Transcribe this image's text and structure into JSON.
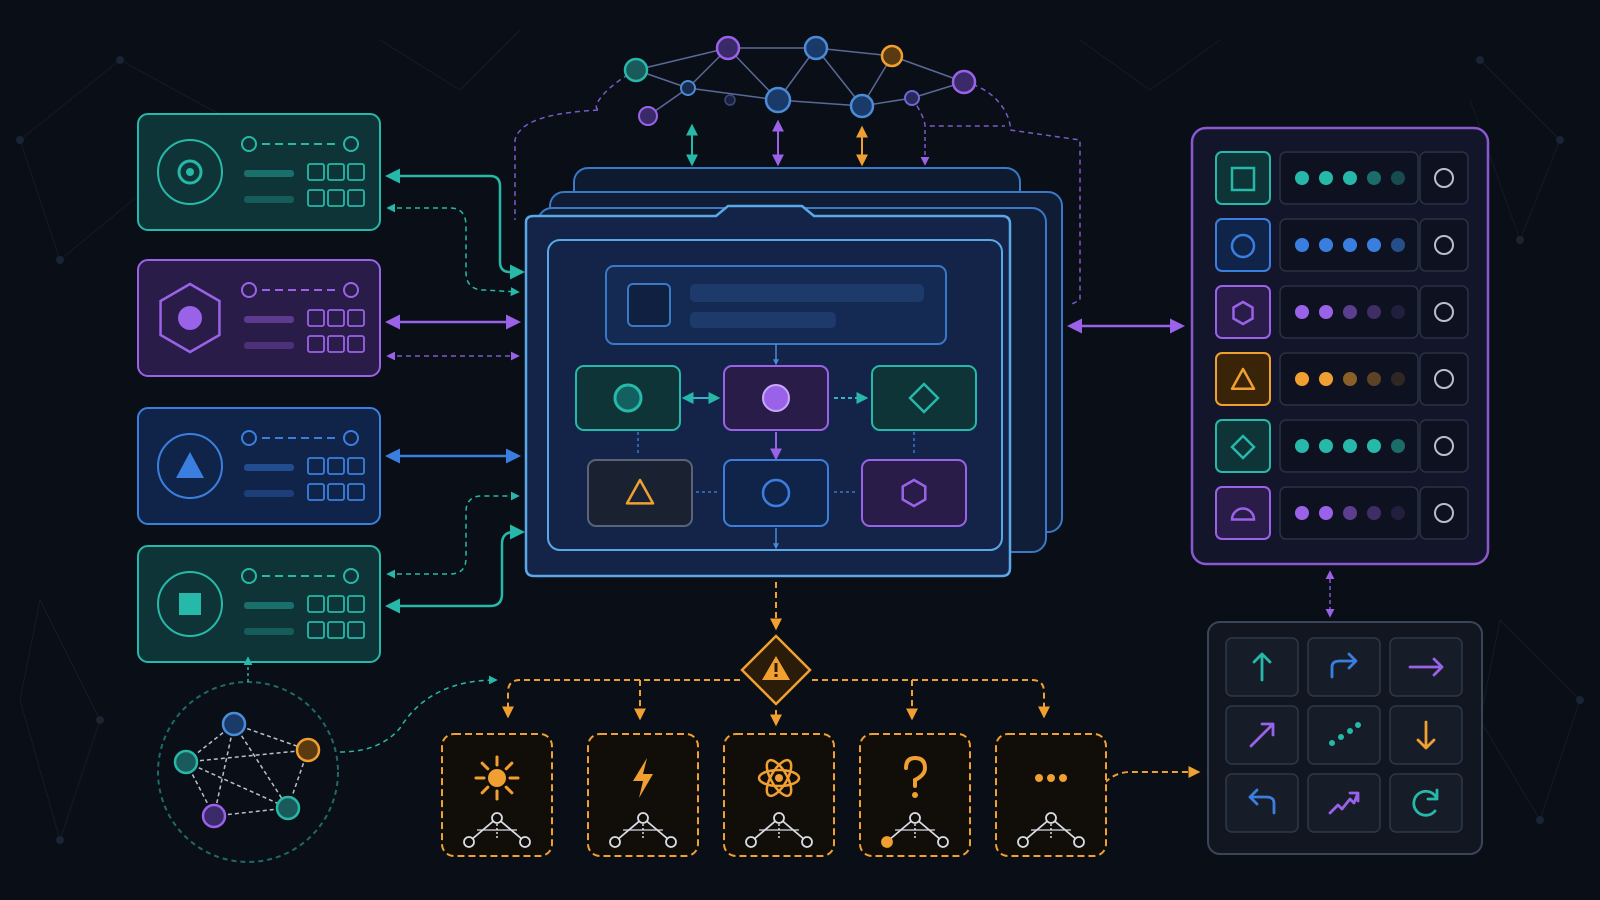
{
  "colors": {
    "background": "#0a0e16",
    "teal": "#26b8a8",
    "purple": "#9a62e8",
    "blue": "#3a7fe0",
    "orange": "#f0a030",
    "panel_stroke_blue": "#4a8cd8",
    "panel_stroke_purple": "#8a58d0",
    "icon_grid_stroke": "#3a4658"
  },
  "left_modules": [
    {
      "id": "teal-circle",
      "icon": "target-circle-icon",
      "color": "teal",
      "arrow": "bidirectional-elbow"
    },
    {
      "id": "purple-hexagon",
      "icon": "hexagon-icon",
      "color": "purple",
      "arrow": "bidirectional"
    },
    {
      "id": "blue-triangle",
      "icon": "triangle-icon",
      "color": "blue",
      "arrow": "bidirectional"
    },
    {
      "id": "teal-square",
      "icon": "square-icon",
      "color": "teal",
      "arrow": "bidirectional-elbow"
    }
  ],
  "central_workflow": {
    "top_nodes": [
      {
        "icon": "circle-icon",
        "color": "teal"
      },
      {
        "icon": "circle-icon",
        "color": "purple"
      },
      {
        "icon": "diamond-icon",
        "color": "teal"
      }
    ],
    "bottom_nodes": [
      {
        "icon": "triangle-icon",
        "color": "orange"
      },
      {
        "icon": "circle-icon",
        "color": "blue"
      },
      {
        "icon": "hexagon-icon",
        "color": "purple"
      }
    ]
  },
  "right_status_rows": [
    {
      "icon": "square-icon",
      "color": "teal",
      "filled": 3,
      "total": 5
    },
    {
      "icon": "circle-icon",
      "color": "blue",
      "filled": 4,
      "total": 5
    },
    {
      "icon": "hexagon-icon",
      "color": "purple",
      "filled": 2,
      "total": 5
    },
    {
      "icon": "triangle-icon",
      "color": "orange",
      "filled": 2,
      "total": 5
    },
    {
      "icon": "diamond-icon",
      "color": "teal",
      "filled": 4,
      "total": 5
    },
    {
      "icon": "half-circle-icon",
      "color": "purple",
      "filled": 2,
      "total": 5
    }
  ],
  "alert_icon": "warning-icon",
  "event_cards": [
    {
      "icon": "sun-icon",
      "color": "orange"
    },
    {
      "icon": "lightning-icon",
      "color": "orange"
    },
    {
      "icon": "atom-icon",
      "color": "orange"
    },
    {
      "icon": "question-icon",
      "color": "orange"
    },
    {
      "icon": "ellipsis-icon",
      "color": "orange"
    }
  ],
  "direction_grid": [
    {
      "icon": "arrow-up-icon",
      "color": "teal"
    },
    {
      "icon": "arrow-turn-right-icon",
      "color": "blue"
    },
    {
      "icon": "arrow-right-icon",
      "color": "purple"
    },
    {
      "icon": "arrow-up-right-icon",
      "color": "purple"
    },
    {
      "icon": "dotted-diagonal-icon",
      "color": "teal"
    },
    {
      "icon": "arrow-down-icon",
      "color": "orange"
    },
    {
      "icon": "arrow-return-left-icon",
      "color": "blue"
    },
    {
      "icon": "zigzag-arrow-icon",
      "color": "purple"
    },
    {
      "icon": "refresh-icon",
      "color": "teal"
    }
  ]
}
